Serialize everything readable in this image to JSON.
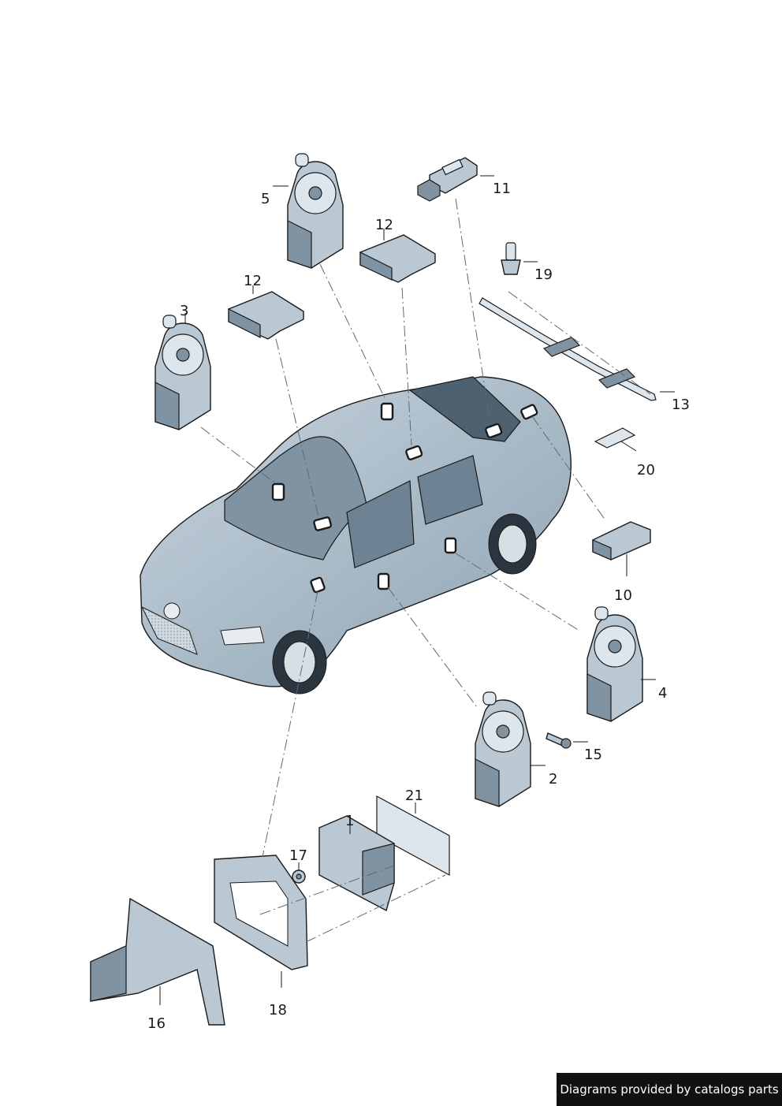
{
  "diagram": {
    "callouts": [
      {
        "id": "c1",
        "label": "1"
      },
      {
        "id": "c2",
        "label": "2"
      },
      {
        "id": "c3",
        "label": "3"
      },
      {
        "id": "c4",
        "label": "4"
      },
      {
        "id": "c5",
        "label": "5"
      },
      {
        "id": "c10",
        "label": "10"
      },
      {
        "id": "c11",
        "label": "11"
      },
      {
        "id": "c12a",
        "label": "12"
      },
      {
        "id": "c12b",
        "label": "12"
      },
      {
        "id": "c13",
        "label": "13"
      },
      {
        "id": "c15",
        "label": "15"
      },
      {
        "id": "c16",
        "label": "16"
      },
      {
        "id": "c17",
        "label": "17"
      },
      {
        "id": "c18",
        "label": "18"
      },
      {
        "id": "c19",
        "label": "19"
      },
      {
        "id": "c20",
        "label": "20"
      },
      {
        "id": "c21",
        "label": "21"
      }
    ]
  },
  "watermark": {
    "text": "Diagrams provided by catalogs parts"
  },
  "colors": {
    "part_fill": "#b9c8d3",
    "part_dark": "#7f93a3",
    "car_body": "#9fb2c0",
    "line": "#1a1a1a",
    "watermark_bg": "#111111"
  }
}
